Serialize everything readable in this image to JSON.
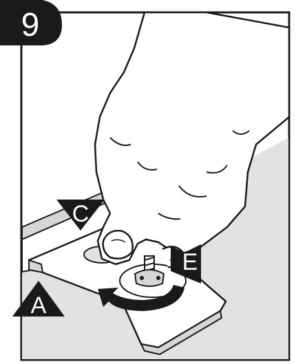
{
  "step_number": "9",
  "labels": {
    "a": "A",
    "c": "C",
    "e": "E"
  },
  "colors": {
    "frame": "#1a1a1a",
    "background_grey": "#e2e2e2",
    "part_grey": "#d6d6d6",
    "hand_fill": "#ffffff",
    "marker_fill": "#1a1a1a"
  },
  "icons": {
    "rotate": "curved-arrow-clockwise-icon",
    "push": "arrow-right-icon"
  }
}
